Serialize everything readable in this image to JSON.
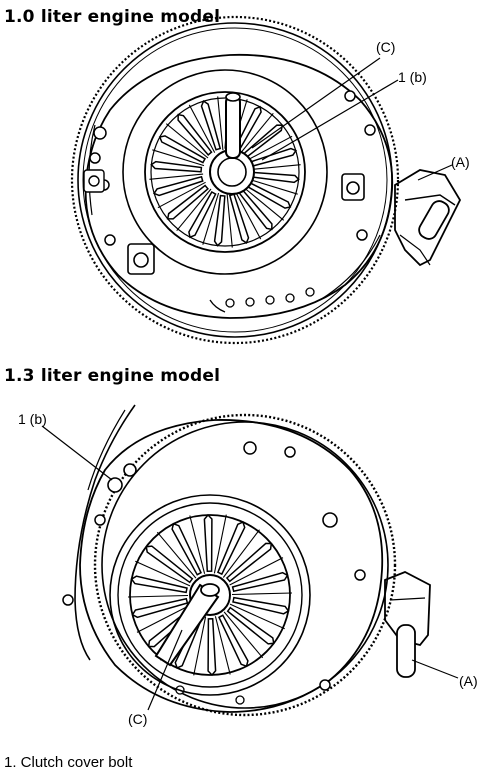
{
  "figure_1": {
    "title": "1.0 liter engine model",
    "labels": {
      "c": "(C)",
      "b": "1 (b)",
      "a": "(A)"
    }
  },
  "figure_2": {
    "title": "1.3 liter engine model",
    "labels": {
      "b": "1 (b)",
      "a": "(A)",
      "c": "(C)"
    }
  },
  "legend": {
    "item_1": "1. Clutch cover bolt"
  }
}
